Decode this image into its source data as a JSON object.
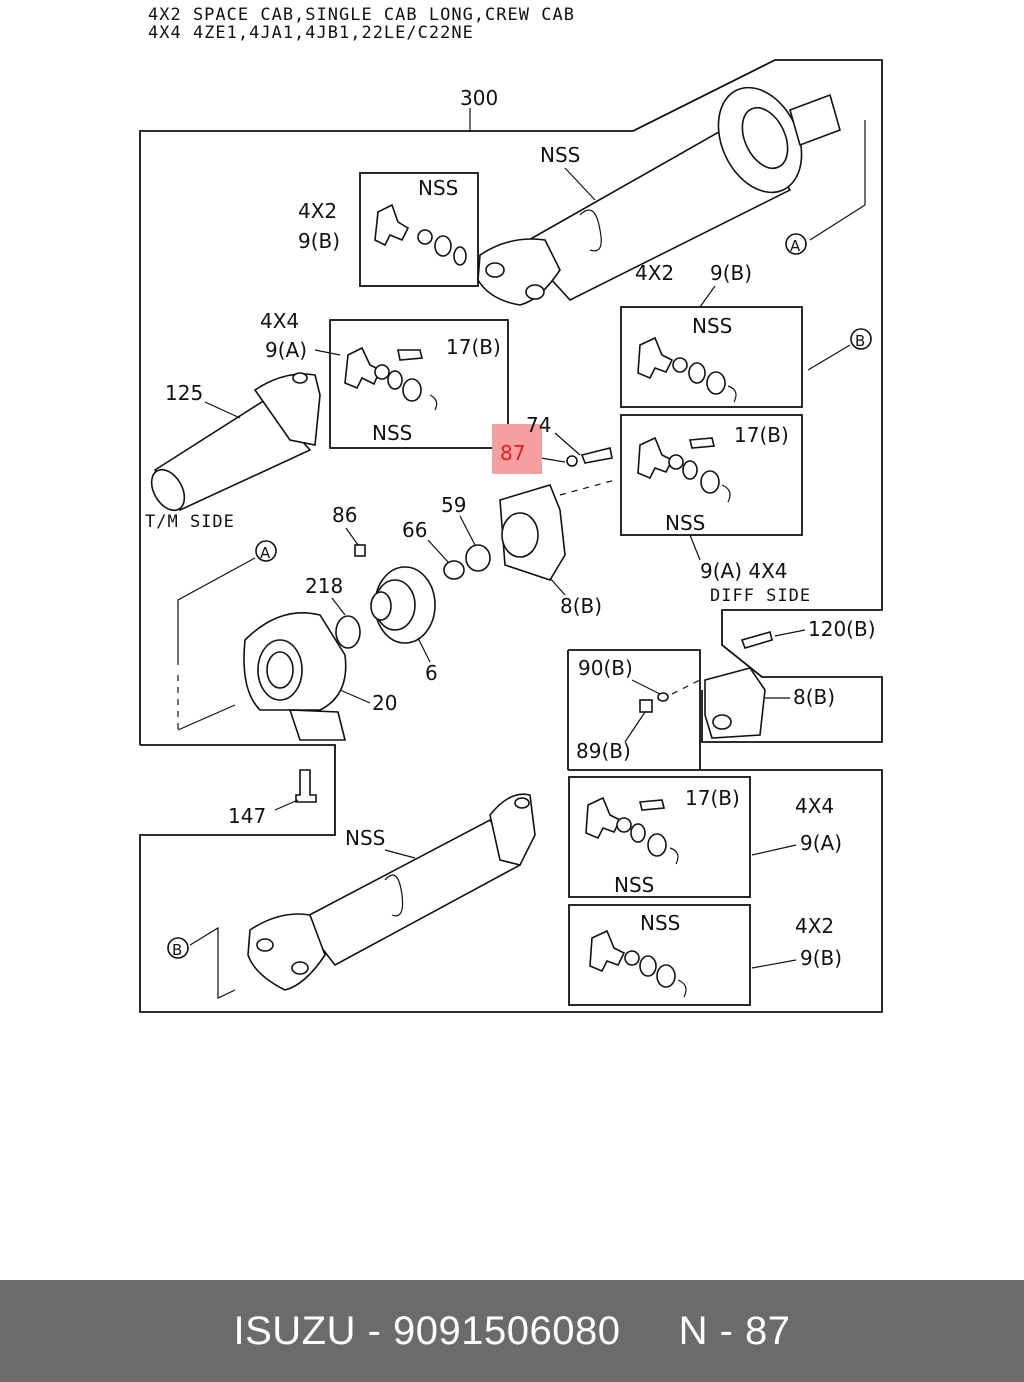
{
  "header": {
    "line1": "4X2 SPACE CAB,SINGLE CAB LONG,CREW CAB",
    "line2": "4X4 4ZE1,4JA1,4JB1,22LE/C22NE"
  },
  "labels": {
    "l300": "300",
    "nss_top": "NSS",
    "nss_box1": "NSS",
    "x2_a": "4X2",
    "p9b_a": "9(B)",
    "x4_a": "4X4",
    "p9a_a": "9(A)",
    "p17b_a": "17(B)",
    "nss_box2": "NSS",
    "p125": "125",
    "tm_side": "T/M SIDE",
    "callout_a1": "A",
    "callout_a2": "A",
    "callout_b1": "B",
    "callout_b2": "B",
    "x2_b": "4X2",
    "p9b_b": "9(B)",
    "nss_box3": "NSS",
    "p17b_b": "17(B)",
    "nss_box4": "NSS",
    "p9a_b": "9(A) 4X4",
    "diff_side": "DIFF SIDE",
    "p74": "74",
    "p87": "87",
    "p86": "86",
    "p66": "66",
    "p59": "59",
    "p218": "218",
    "p6": "6",
    "p8b_a": "8(B)",
    "p20": "20",
    "p120b": "120(B)",
    "p90b": "90(B)",
    "p89b": "89(B)",
    "p8b_b": "8(B)",
    "p147": "147",
    "nss_shaft2": "NSS",
    "p17b_c": "17(B)",
    "nss_box5": "NSS",
    "x4_c": "4X4",
    "p9a_c": "9(A)",
    "nss_box6": "NSS",
    "x2_c": "4X2",
    "p9b_c": "9(B)"
  },
  "highlight_color": "#f4a0a0",
  "footer": {
    "brand": "ISUZU",
    "separator": " - ",
    "part_number": "9091506080",
    "page_ref": "N - 87"
  }
}
